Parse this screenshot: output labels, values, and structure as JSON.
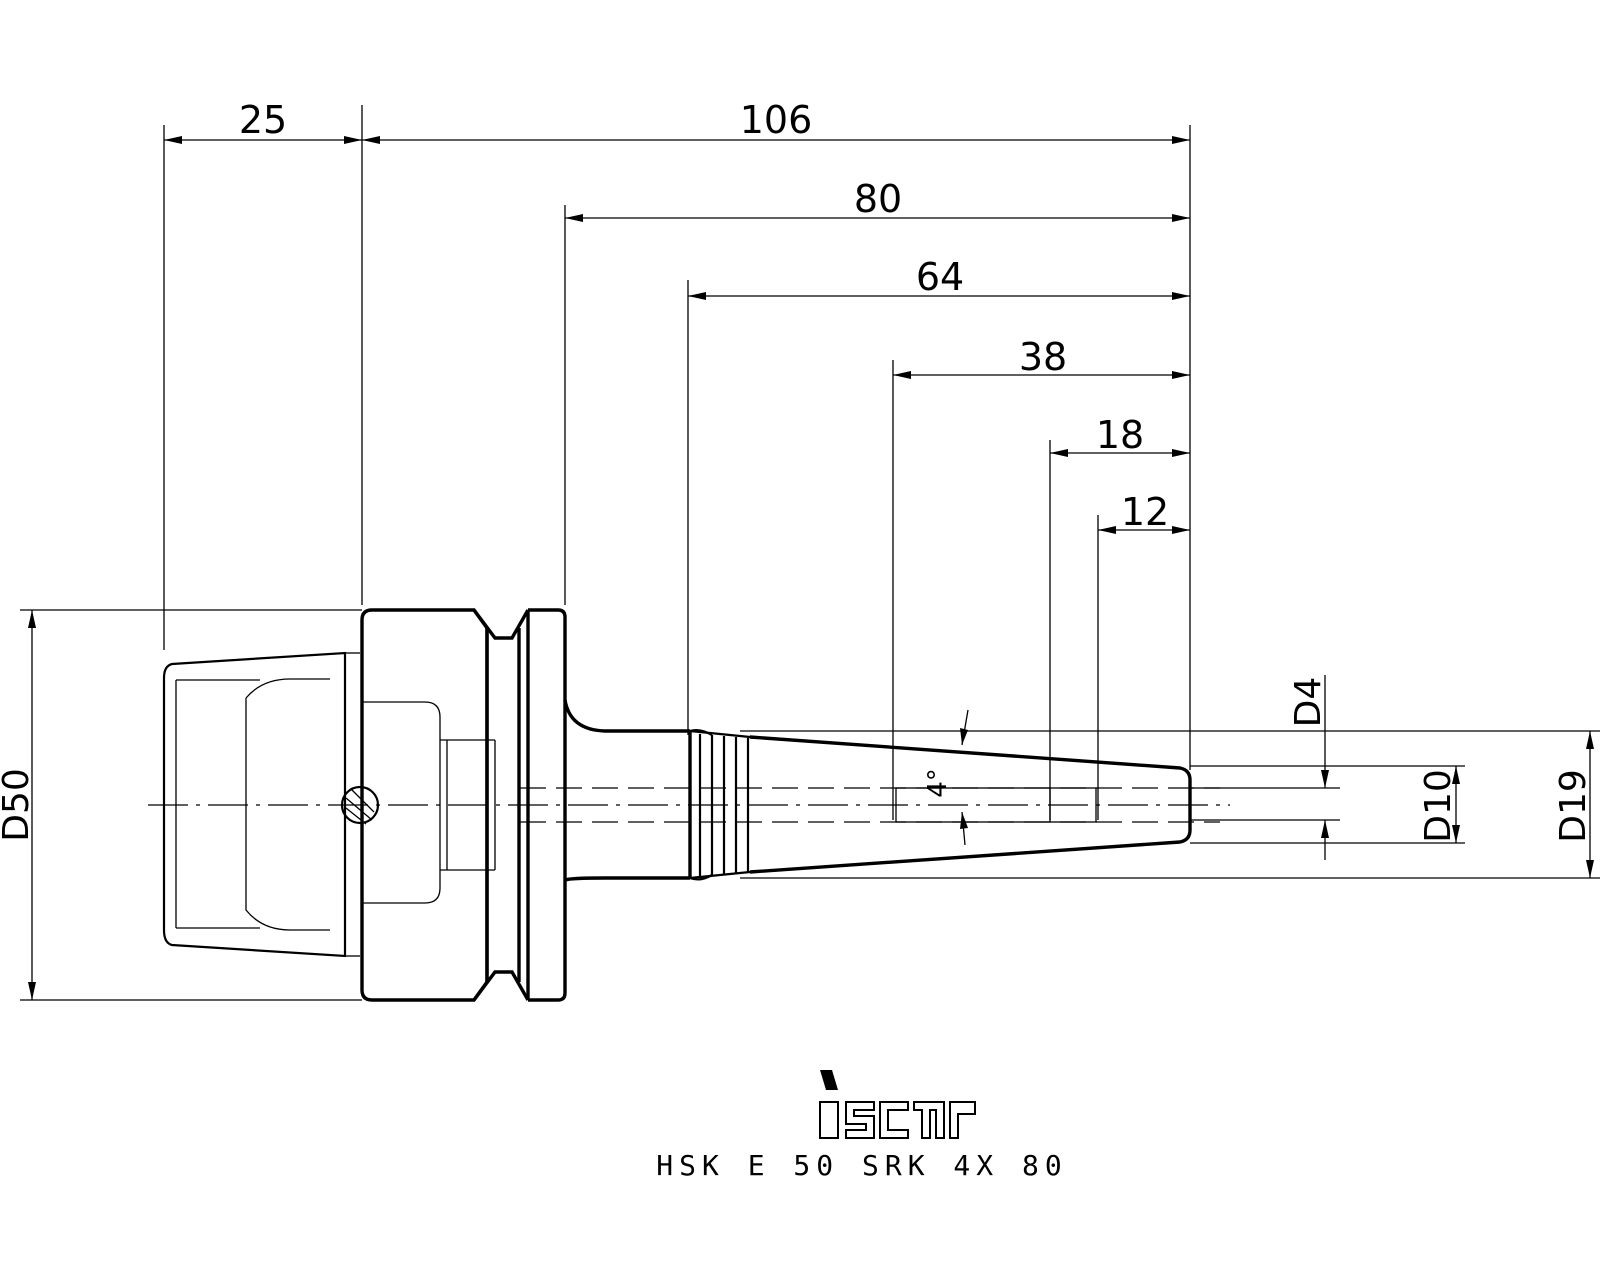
{
  "dimensions": {
    "d25": "25",
    "d106": "106",
    "d80": "80",
    "d64": "64",
    "d38": "38",
    "d18": "18",
    "d12": "12"
  },
  "diameters": {
    "D50": "D50",
    "D4": "D4",
    "D10": "D10",
    "D19": "D19"
  },
  "angle": "4°",
  "logo": "iscar",
  "caption": "HSK E 50 SRK 4X 80"
}
